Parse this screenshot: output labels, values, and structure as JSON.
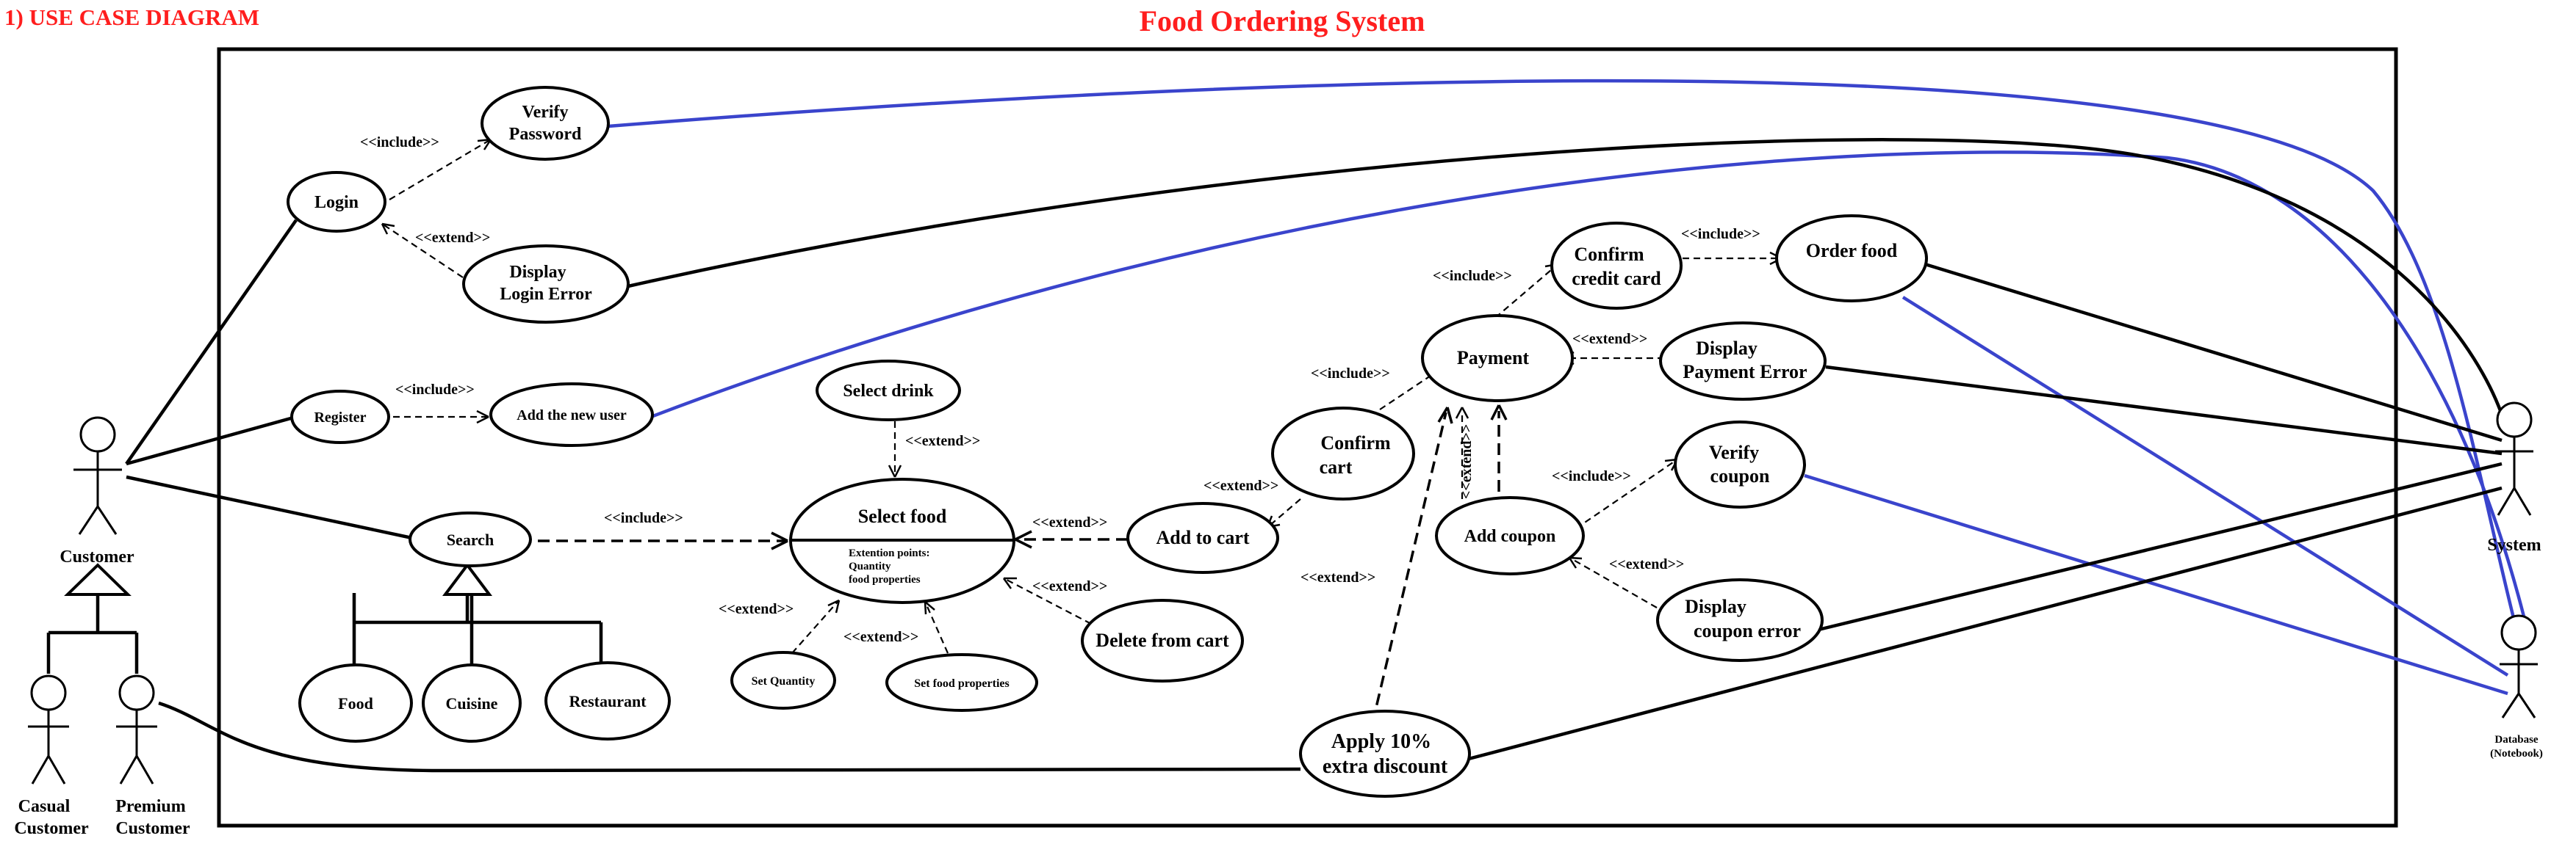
{
  "header": {
    "section_label": "1) USE CASE DIAGRAM",
    "system_title": "Food Ordering System"
  },
  "colors": {
    "title": "#ff1e1e",
    "database_links": "#3a44cc",
    "lines": "#000000"
  },
  "actors": {
    "customer": "Customer",
    "casual": [
      "Casual",
      "Customer"
    ],
    "premium": [
      "Premium",
      "Customer"
    ],
    "system": "System",
    "database": [
      "Database",
      "(Notebook)"
    ]
  },
  "use_cases": {
    "verify_password": [
      "Verify",
      "Password"
    ],
    "login": "Login",
    "display_login_error": [
      "Display",
      "Login Error"
    ],
    "register": "Register",
    "add_new_user": "Add the new user",
    "search": "Search",
    "food": "Food",
    "cuisine": "Cuisine",
    "restaurant": "Restaurant",
    "select_drink": "Select drink",
    "select_food": "Select food",
    "extension_points": [
      "Extention points:",
      "Quantity",
      "food properties"
    ],
    "set_quantity": "Set Quantity",
    "set_food_properties": "Set food properties",
    "add_to_cart": "Add to cart",
    "delete_from_cart": "Delete from cart",
    "confirm_cart": [
      "Confirm",
      "cart"
    ],
    "payment": "Payment",
    "confirm_credit_card": [
      "Confirm",
      "credit card"
    ],
    "order_food": "Order food",
    "display_payment_error": [
      "Display",
      "Payment Error"
    ],
    "add_coupon": "Add coupon",
    "verify_coupon": [
      "Verify",
      "coupon"
    ],
    "display_coupon_error": [
      "Display",
      "coupon error"
    ],
    "apply_discount": [
      "Apply 10%",
      "extra discount"
    ]
  },
  "stereotypes": {
    "include": "<<include>>",
    "extend": "<<extend>>",
    "extend_vertical": "<<extend>>"
  }
}
